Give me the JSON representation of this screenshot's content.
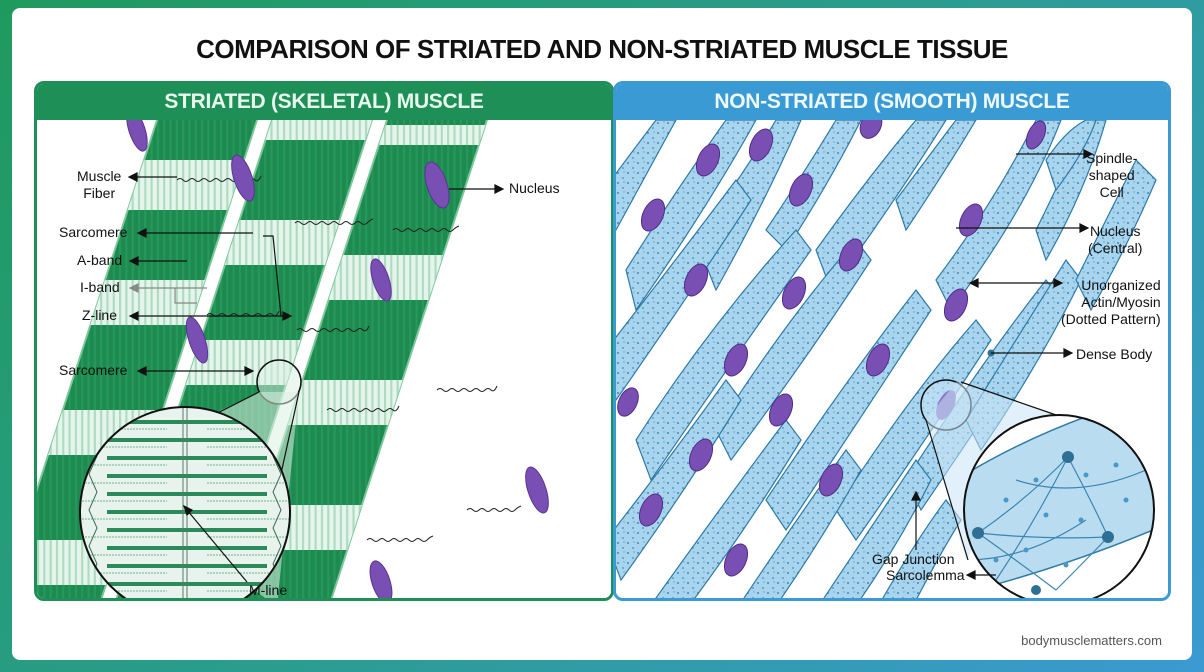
{
  "title": "COMPARISON OF STRIATED AND NON-STRIATED MUSCLE TISSUE",
  "colors": {
    "striated_accent": "#1f8f58",
    "smooth_accent": "#3a9ad3",
    "nucleus": "#7a4fb3",
    "fiber_dark": "#1e8a4f",
    "fiber_light": "#d8efe2",
    "cell_fill": "#a9d4ee"
  },
  "left_panel": {
    "header": "STRIATED (SKELETAL) MUSCLE",
    "labels": {
      "muscle_fiber": "Muscle\nFiber",
      "muscle_fiber_l1": "Muscle",
      "muscle_fiber_l2": "Fiber",
      "sarcomere_top": "Sarcomere",
      "a_band": "A-band",
      "i_band": "I-band",
      "z_line": "Z-line",
      "sarcomere_bottom": "Sarcomere",
      "nucleus": "Nucleus",
      "m_line": "M-line"
    },
    "icons": [
      "arrow-left-icon",
      "arrow-right-icon",
      "magnifier-circle-icon"
    ]
  },
  "right_panel": {
    "header": "NON-STRIATED (SMOOTH) MUSCLE",
    "labels": {
      "spindle_l1": "Spindle-",
      "spindle_l2": "shaped",
      "spindle_l3": "Cell",
      "nucleus_l1": "Nucleus",
      "nucleus_l2": "(Central)",
      "actin_l1": "Unorganized",
      "actin_l2": "Actin/Myosin",
      "actin_l3": "(Dotted Pattern)",
      "dense_body": "Dense Body",
      "gap_junction": "Gap Junction",
      "sarcolemma": "Sarcolemma"
    }
  },
  "footer": {
    "website": "bodymusclematters.com"
  }
}
